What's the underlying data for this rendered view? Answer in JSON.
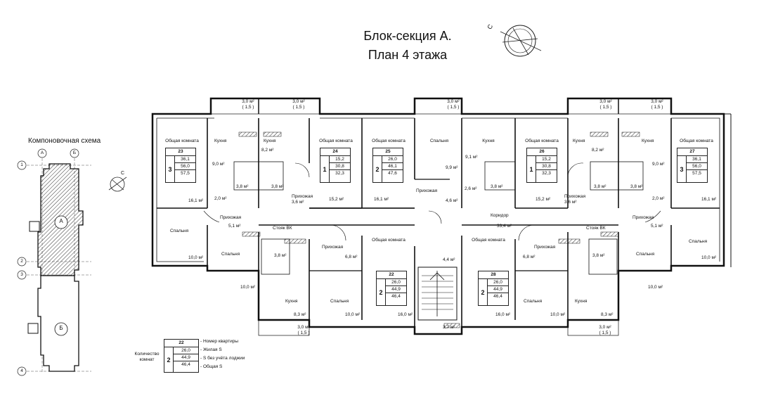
{
  "title": {
    "line1": "Блок-секция А.",
    "line2": "План 4 этажа"
  },
  "compass": {
    "letter": "С"
  },
  "scheme": {
    "title": "Компоновочная схема",
    "axes_top": [
      "А",
      "Б"
    ],
    "axes_left": [
      "1",
      "2",
      "3",
      "4"
    ],
    "section_a": "А",
    "section_b": "Б"
  },
  "apartments": [
    {
      "id": "23",
      "rooms": "3",
      "living": "36,1",
      "no_loggia": "56,0",
      "total": "57,5"
    },
    {
      "id": "24",
      "rooms": "1",
      "living": "15,2",
      "no_loggia": "30,8",
      "total": "32,3"
    },
    {
      "id": "25",
      "rooms": "2",
      "living": "26,0",
      "no_loggia": "46,1",
      "total": "47,6"
    },
    {
      "id": "26",
      "rooms": "1",
      "living": "15,2",
      "no_loggia": "30,8",
      "total": "32,3"
    },
    {
      "id": "27",
      "rooms": "3",
      "living": "36,1",
      "no_loggia": "56,0",
      "total": "57,5"
    },
    {
      "id": "22",
      "rooms": "2",
      "living": "26,0",
      "no_loggia": "44,9",
      "total": "46,4"
    },
    {
      "id": "28",
      "rooms": "2",
      "living": "26,0",
      "no_loggia": "44,9",
      "total": "46,4"
    }
  ],
  "legend": {
    "side_label_1": "Количество",
    "side_label_2": "комнат",
    "id": "22",
    "rooms": "2",
    "living": "26,0",
    "no_loggia": "44,9",
    "total": "46,4",
    "desc_id": "- Номер квартиры",
    "desc_living": "- Жилая S",
    "desc_no_loggia": "- S без учёта лоджии",
    "desc_total": "- Общая S"
  },
  "rooms": {
    "common_room": "Общая комната",
    "kitchen": "Кухня",
    "bedroom": "Спальня",
    "hall": "Прихожая",
    "corridor": "Коридор",
    "riser": "Стояк ВК"
  },
  "areas": {
    "loggia": "3,0 м²",
    "loggia_coef": "( 1,5 )",
    "a_9_0": "9,0 м²",
    "a_8_2": "8,2 м²",
    "a_3_8": "3,8 м²",
    "a_2_0": "2,0 м²",
    "a_16_1": "16,1 м²",
    "a_3_6": "3,6 м²",
    "a_15_2": "15,2 м²",
    "a_9_9": "9,9 м²",
    "a_9_1": "9,1 м²",
    "a_2_6": "2,6 м²",
    "a_4_6": "4,6 м²",
    "a_5_1": "5,1 м²",
    "a_10_0": "10,0 м²",
    "a_6_8": "6,8 м²",
    "a_33_4": "33,4 м²",
    "a_4_4": "4,4 м²",
    "a_3_7": "3,7 м²",
    "a_8_3": "8,3 м²",
    "a_16_0": "16,0 м²"
  }
}
